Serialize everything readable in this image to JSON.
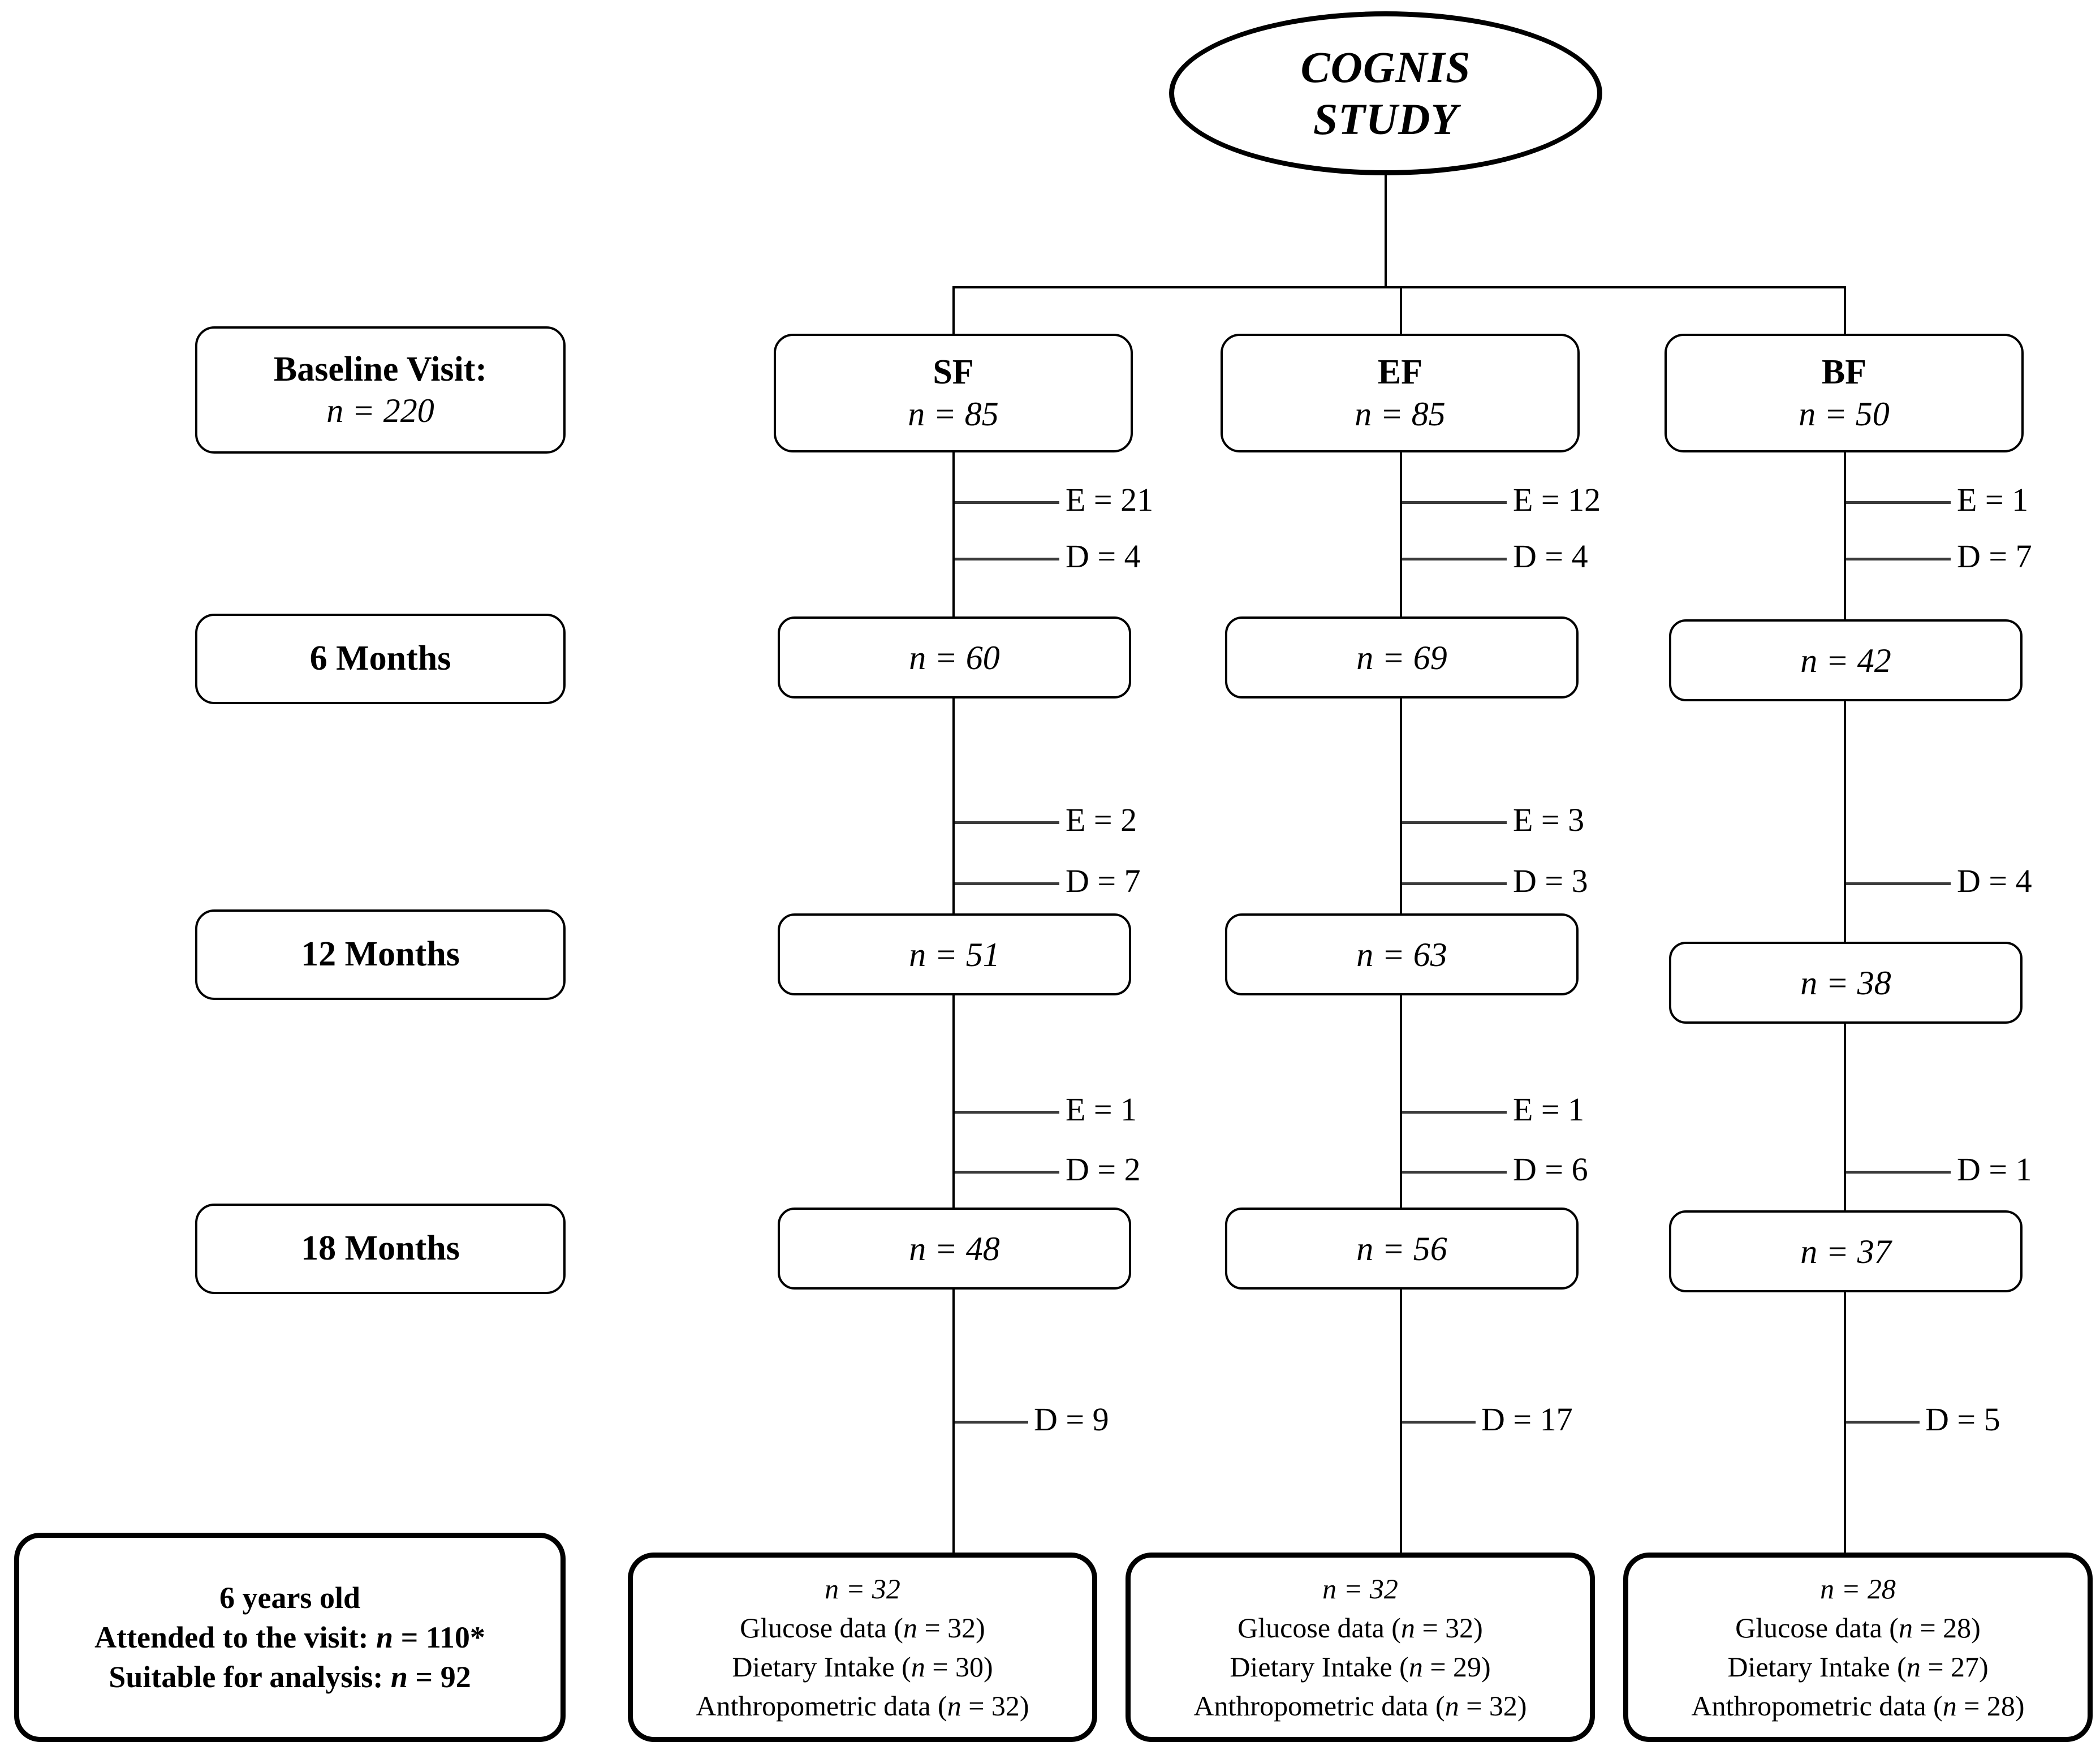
{
  "diagram": {
    "title_line1": "COGNIS",
    "title_line2": "STUDY",
    "legend_E": "E",
    "legend_D": "D"
  },
  "stage_labels": [
    {
      "id": "baseline",
      "line1": "Baseline Visit:",
      "line2": "n = 220"
    },
    {
      "id": "m6",
      "line1": "6 Months"
    },
    {
      "id": "m12",
      "line1": "12 Months"
    },
    {
      "id": "m18",
      "line1": "18 Months"
    },
    {
      "id": "y6",
      "line1": "6 years old",
      "line2": "Attended to the visit: n = 110*",
      "line3": "Suitable for analysis: n = 92"
    }
  ],
  "groups": [
    {
      "id": "SF",
      "name": "SF",
      "baseline_n": "n = 85",
      "m6_n": "n = 60",
      "m12_n": "n = 51",
      "m18_n": "n = 48",
      "attrition": [
        {
          "E": "E = 21",
          "D": "D = 4"
        },
        {
          "E": "E = 2",
          "D": "D = 7"
        },
        {
          "E": "E = 1",
          "D": "D = 2"
        },
        {
          "E": null,
          "D": "D = 9"
        }
      ],
      "outcome": {
        "n": "n = 32",
        "glucose": "Glucose data (n = 32)",
        "dietary": "Dietary Intake (n = 30)",
        "anthropometric": "Anthropometric data (n = 32)"
      }
    },
    {
      "id": "EF",
      "name": "EF",
      "baseline_n": "n = 85",
      "m6_n": "n = 69",
      "m12_n": "n = 63",
      "m18_n": "n = 56",
      "attrition": [
        {
          "E": "E = 12",
          "D": "D = 4"
        },
        {
          "E": "E = 3",
          "D": "D = 3"
        },
        {
          "E": "E = 1",
          "D": "D = 6"
        },
        {
          "E": null,
          "D": "D = 17"
        }
      ],
      "outcome": {
        "n": "n = 32",
        "glucose": "Glucose data (n = 32)",
        "dietary": "Dietary Intake (n = 29)",
        "anthropometric": "Anthropometric data (n = 32)"
      }
    },
    {
      "id": "BF",
      "name": "BF",
      "baseline_n": "n = 50",
      "m6_n": "n = 42",
      "m12_n": "n = 38",
      "m18_n": "n = 37",
      "attrition": [
        {
          "E": "E = 1",
          "D": "D = 7"
        },
        {
          "E": null,
          "D": "D = 4"
        },
        {
          "E": null,
          "D": "D = 1"
        },
        {
          "E": null,
          "D": "D = 5"
        }
      ],
      "outcome": {
        "n": "n = 28",
        "glucose": "Glucose data (n = 28)",
        "dietary": "Dietary Intake (n = 27)",
        "anthropometric": "Anthropometric data (n = 28)"
      }
    }
  ]
}
